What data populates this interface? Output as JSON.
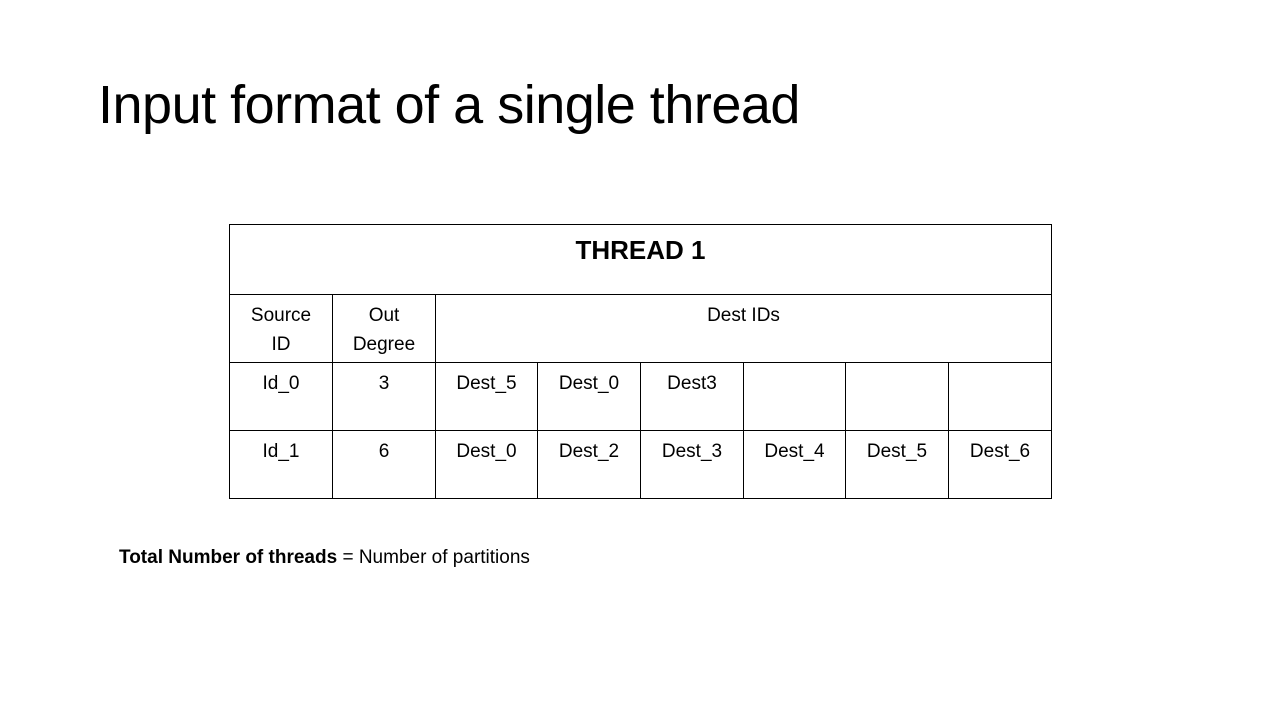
{
  "slide": {
    "title": "Input format of a single thread"
  },
  "table": {
    "caption": "THREAD 1",
    "headers": {
      "source_id_line1": "Source",
      "source_id_line2": "ID",
      "out_degree_line1": "Out",
      "out_degree_line2": "Degree",
      "dest_ids": "Dest IDs"
    },
    "rows": [
      {
        "source": "Id_0",
        "degree": "3",
        "dests": [
          "Dest_5",
          "Dest_0",
          "Dest3",
          "",
          "",
          ""
        ]
      },
      {
        "source": "Id_1",
        "degree": "6",
        "dests": [
          "Dest_0",
          "Dest_2",
          "Dest_3",
          "Dest_4",
          "Dest_5",
          "Dest_6"
        ]
      }
    ]
  },
  "footnote": {
    "bold": "Total Number of threads",
    "rest": " = Number of partitions"
  }
}
